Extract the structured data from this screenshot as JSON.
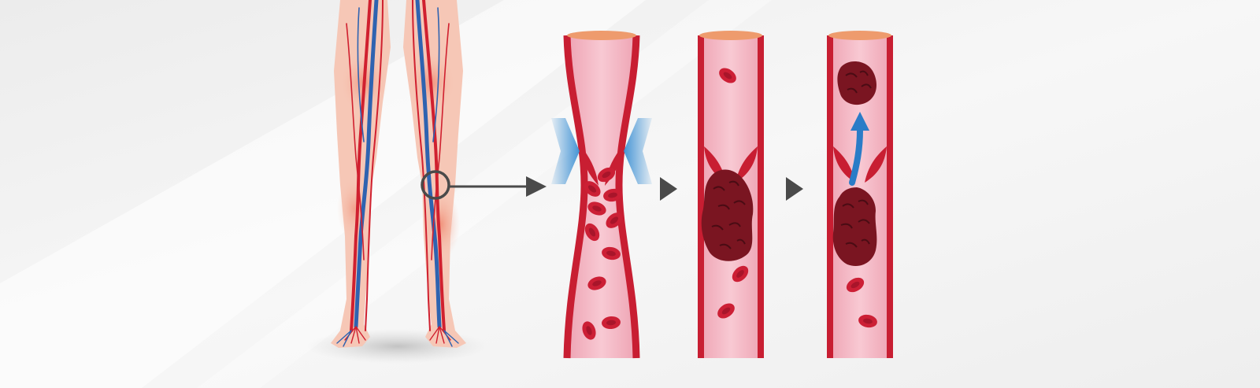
{
  "scene": {
    "subject": "deep-vein-thrombosis-progression",
    "stages": [
      "vein-compression",
      "clot-formation",
      "clot-detachment"
    ],
    "colors": {
      "background": "#f4f4f4",
      "skin": "#f6c7b6",
      "skin_glow": "#f29a84",
      "artery": "#d0202f",
      "vein": "#2f63b0",
      "vessel_wall": "#c81e32",
      "vessel_lumen": "#f3b8c5",
      "vessel_rim": "#ee9b6d",
      "red_blood_cell": "#cc1f35",
      "clot": "#7a1521",
      "compression_arrow": "#3b8fd3",
      "flow_arrow": "#2a7cc7",
      "pointer": "#4a4a4a"
    },
    "icons": [
      "legs-anatomy-icon",
      "magnifier-ring-icon",
      "pointer-arrow-icon",
      "next-stage-arrow-icon",
      "blood-flow-arrow-icon"
    ]
  }
}
